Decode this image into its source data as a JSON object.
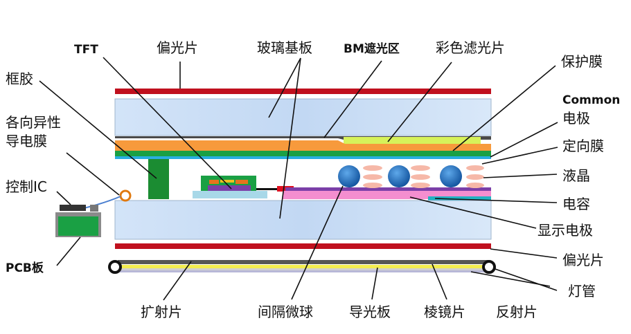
{
  "labels": {
    "tft": "TFT",
    "polarizer_top": "偏光片",
    "glass_substrate": "玻璃基板",
    "bm_shading": "BM遮光区",
    "color_filter": "彩色滤光片",
    "protective_film": "保护膜",
    "common_electrode_1": "Common",
    "common_electrode_2": "电极",
    "alignment_film": "定向膜",
    "liquid_crystal": "液晶",
    "capacitor": "电容",
    "display_electrode": "显示电极",
    "polarizer_bottom": "偏光片",
    "lamp": "灯管",
    "frame_glue": "框胶",
    "acf_1": "各向异性",
    "acf_2": "导电膜",
    "control_ic": "控制IC",
    "pcb": "PCB板",
    "diffuser": "扩射片",
    "spacer": "间隔微球",
    "light_guide": "导光板",
    "prism_sheet": "棱镜片",
    "reflector": "反射片"
  },
  "colors": {
    "polarizer": "#c0101e",
    "glass": "#c6dcf6",
    "black_matrix": "#4a4a4a",
    "color_filter": "#d7f25a",
    "protective": "#f79a3c",
    "common_electrode": "#1aa044",
    "alignment": "#29aee0",
    "liquid_crystal": "#f6b8a8",
    "spacer": "#1a74c8",
    "display_electrode": "#7b3fa8",
    "pixel_pink": "#f48ecf",
    "capacitor": "#22b2c2",
    "frame_glue": "#1b8c32",
    "pcb": "#1aa044",
    "lamp": "#111111",
    "light_guide": "#f2ec50"
  }
}
